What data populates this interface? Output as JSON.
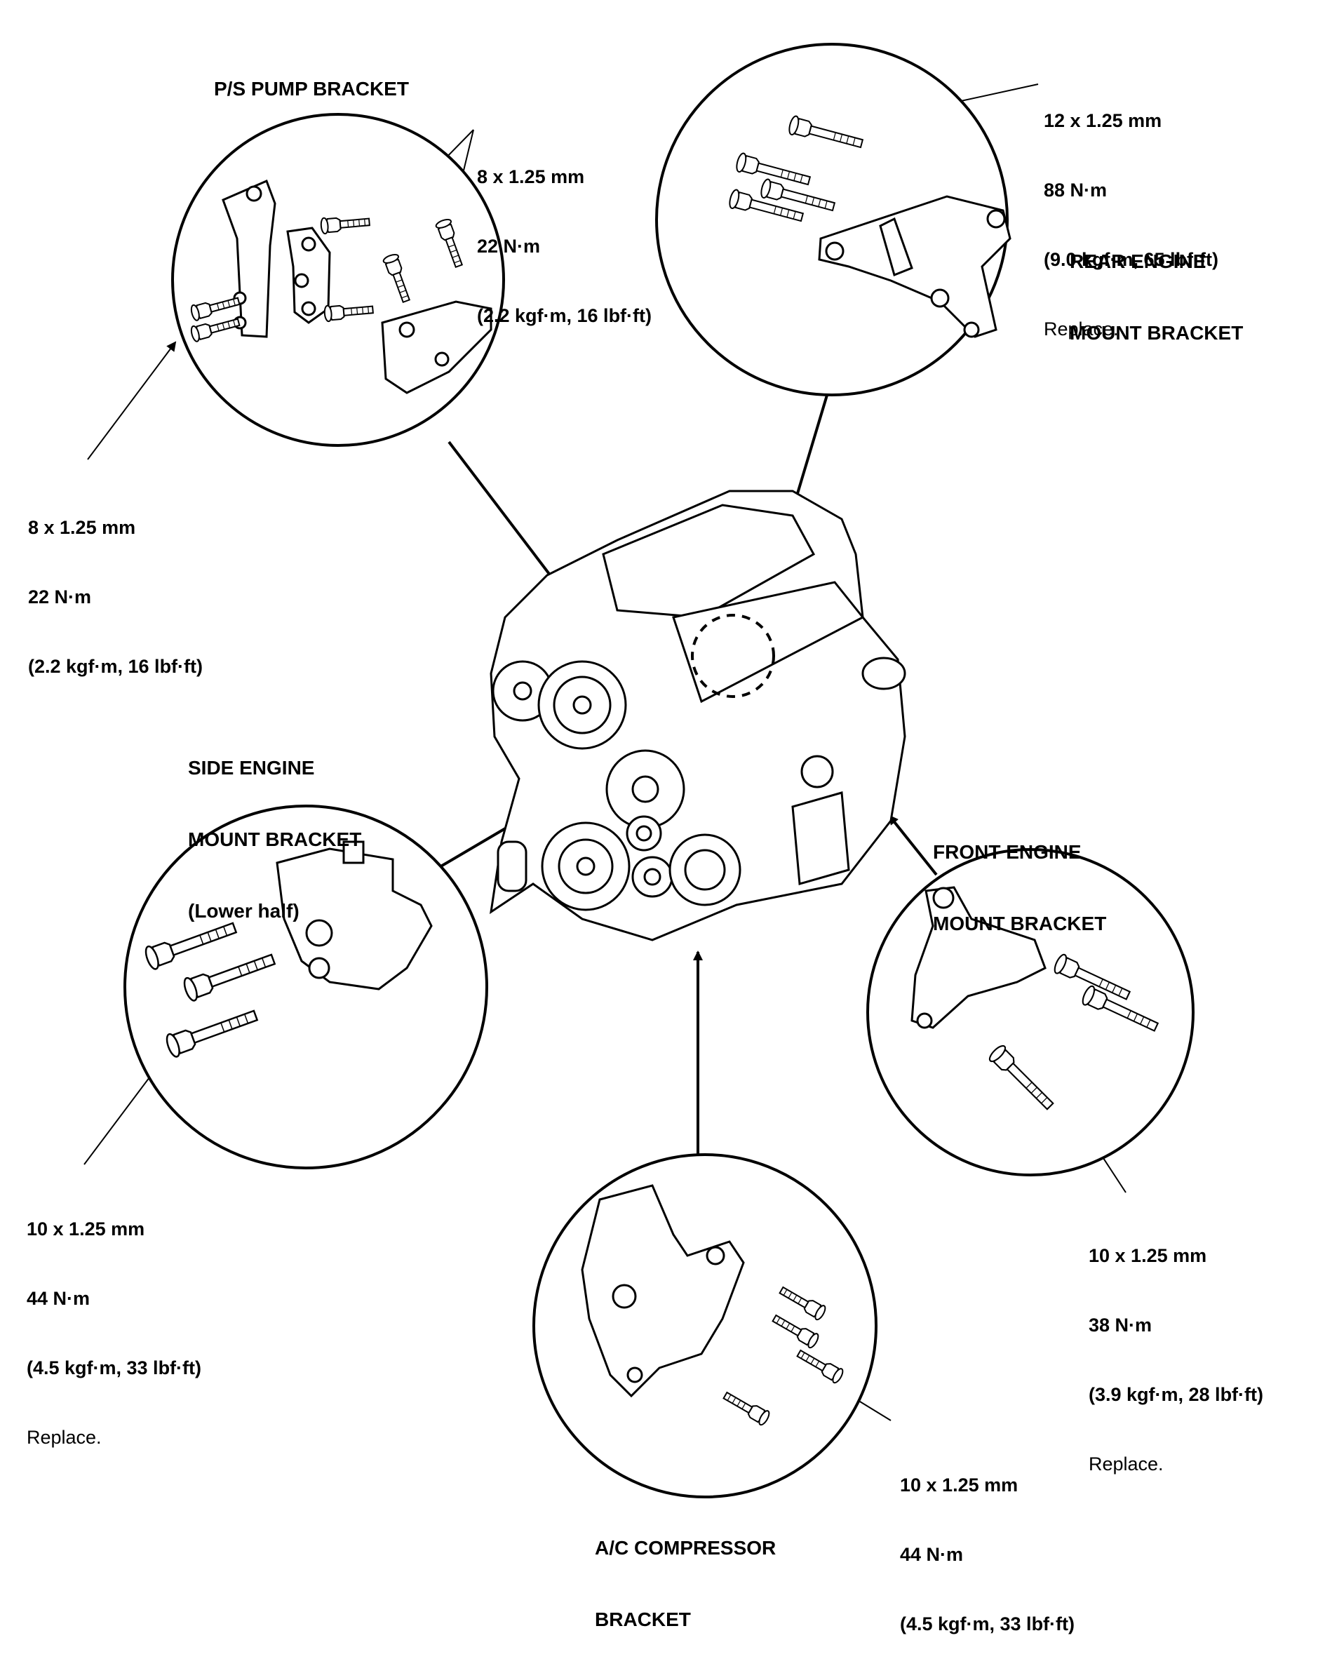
{
  "colors": {
    "line": "#000000",
    "background": "#ffffff"
  },
  "headings": {
    "ps_pump": "P/S PUMP BRACKET",
    "rear_mount": [
      "REAR ENGINE",
      "MOUNT BRACKET"
    ],
    "side_mount": [
      "SIDE ENGINE",
      "MOUNT BRACKET",
      "(Lower half)"
    ],
    "front_mount": [
      "FRONT ENGINE",
      "MOUNT BRACKET"
    ],
    "ac_compressor": [
      "A/C COMPRESSOR",
      "BRACKET"
    ]
  },
  "callouts": {
    "ps_pump_top": [
      "8 x 1.25 mm",
      "22 N·m",
      "(2.2 kgf·m, 16 lbf·ft)"
    ],
    "ps_pump_left": [
      "8 x 1.25 mm",
      "22 N·m",
      "(2.2 kgf·m, 16 lbf·ft)"
    ],
    "rear_mount": [
      "12 x 1.25 mm",
      "88 N·m",
      "(9.0 kgf·m, 65 lbf·ft)",
      "Replace."
    ],
    "side_mount": [
      "10 x 1.25 mm",
      "44 N·m",
      "(4.5 kgf·m, 33 lbf·ft)",
      "Replace."
    ],
    "front_mount": [
      "10 x 1.25 mm",
      "38 N·m",
      "(3.9 kgf·m, 28 lbf·ft)",
      "Replace."
    ],
    "ac_compressor": [
      "10 x 1.25 mm",
      "44 N·m",
      "(4.5 kgf·m, 33 lbf·ft)"
    ]
  }
}
